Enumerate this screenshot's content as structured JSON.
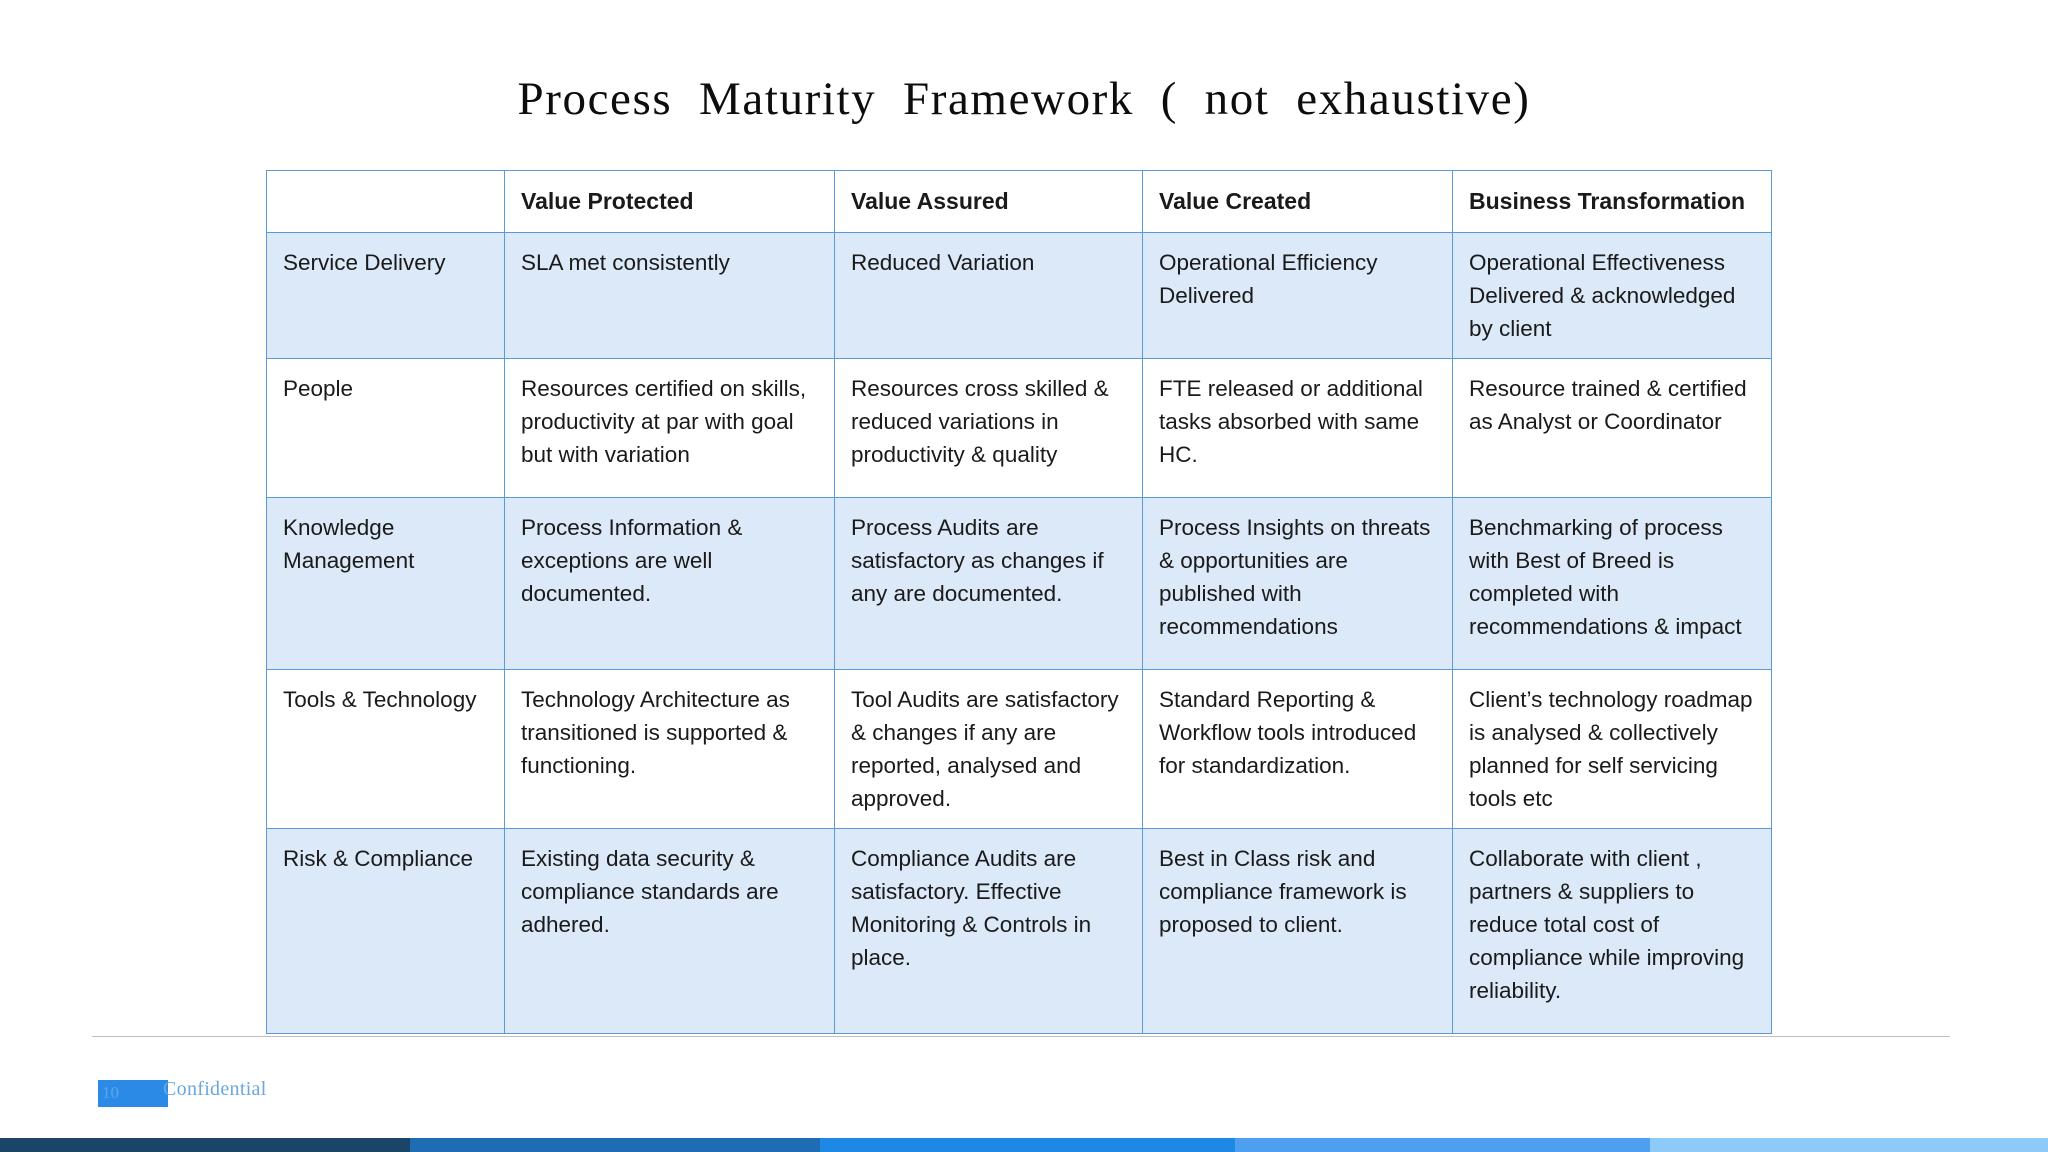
{
  "slide": {
    "title": "Process  Maturity  Framework  (  not  exhaustive)"
  },
  "table": {
    "columns": [
      {
        "key": "corner",
        "label": ""
      },
      {
        "key": "value_protected",
        "label": "Value Protected"
      },
      {
        "key": "value_assured",
        "label": "Value Assured"
      },
      {
        "key": "value_created",
        "label": "Value Created"
      },
      {
        "key": "business_transformation",
        "label": "Business Transformation"
      }
    ],
    "rows": [
      {
        "dimension": "Service Delivery",
        "shaded": true,
        "cells": [
          "SLA met consistently",
          "Reduced Variation",
          "Operational Efficiency Delivered",
          "Operational Effectiveness Delivered & acknowledged by client"
        ]
      },
      {
        "dimension": "People",
        "shaded": false,
        "cells": [
          "Resources certified on skills, productivity  at par with goal but with variation",
          "Resources cross skilled & reduced variations in productivity  & quality",
          "FTE released or additional tasks absorbed with same HC.",
          "Resource trained & certified as Analyst or Coordinator"
        ]
      },
      {
        "dimension": "Knowledge Management",
        "shaded": true,
        "cells": [
          "Process Information & exceptions are well documented.",
          "Process Audits are satisfactory as changes if  any are documented.",
          "Process Insights on threats & opportunities are published with recommendations",
          "Benchmarking of process with Best of Breed is completed with recommendations & impact"
        ]
      },
      {
        "dimension": "Tools & Technology",
        "shaded": false,
        "cells": [
          "Technology Architecture as transitioned is supported & functioning.",
          "Tool Audits are satisfactory & changes if any are reported, analysed and approved.",
          "Standard Reporting & Workflow tools introduced for standardization.",
          "Client’s technology roadmap is analysed & collectively planned for self servicing tools etc"
        ]
      },
      {
        "dimension": "Risk & Compliance",
        "shaded": true,
        "cells": [
          "Existing data security & compliance standards are adhered.",
          "Compliance Audits are satisfactory. Effective Monitoring & Controls in place.",
          "Best in Class risk and compliance framework is proposed to client.",
          "Collaborate with client , partners & suppliers to reduce total cost of compliance while improving reliability."
        ]
      }
    ]
  },
  "footer": {
    "page_number": "10",
    "confidential_label": "Confidential"
  },
  "colors": {
    "table_border": "#5b9bd5",
    "row_shade": "#dbe9f8",
    "page_chip": "#2b8ae6",
    "confidential_text": "#69a7e0",
    "bar_segment_1": "#1b4568",
    "bar_segment_2": "#1d6cb4",
    "bar_segment_3": "#1e88e5",
    "bar_segment_4": "#4f9ff0",
    "bar_segment_5": "#8ecaf8"
  }
}
